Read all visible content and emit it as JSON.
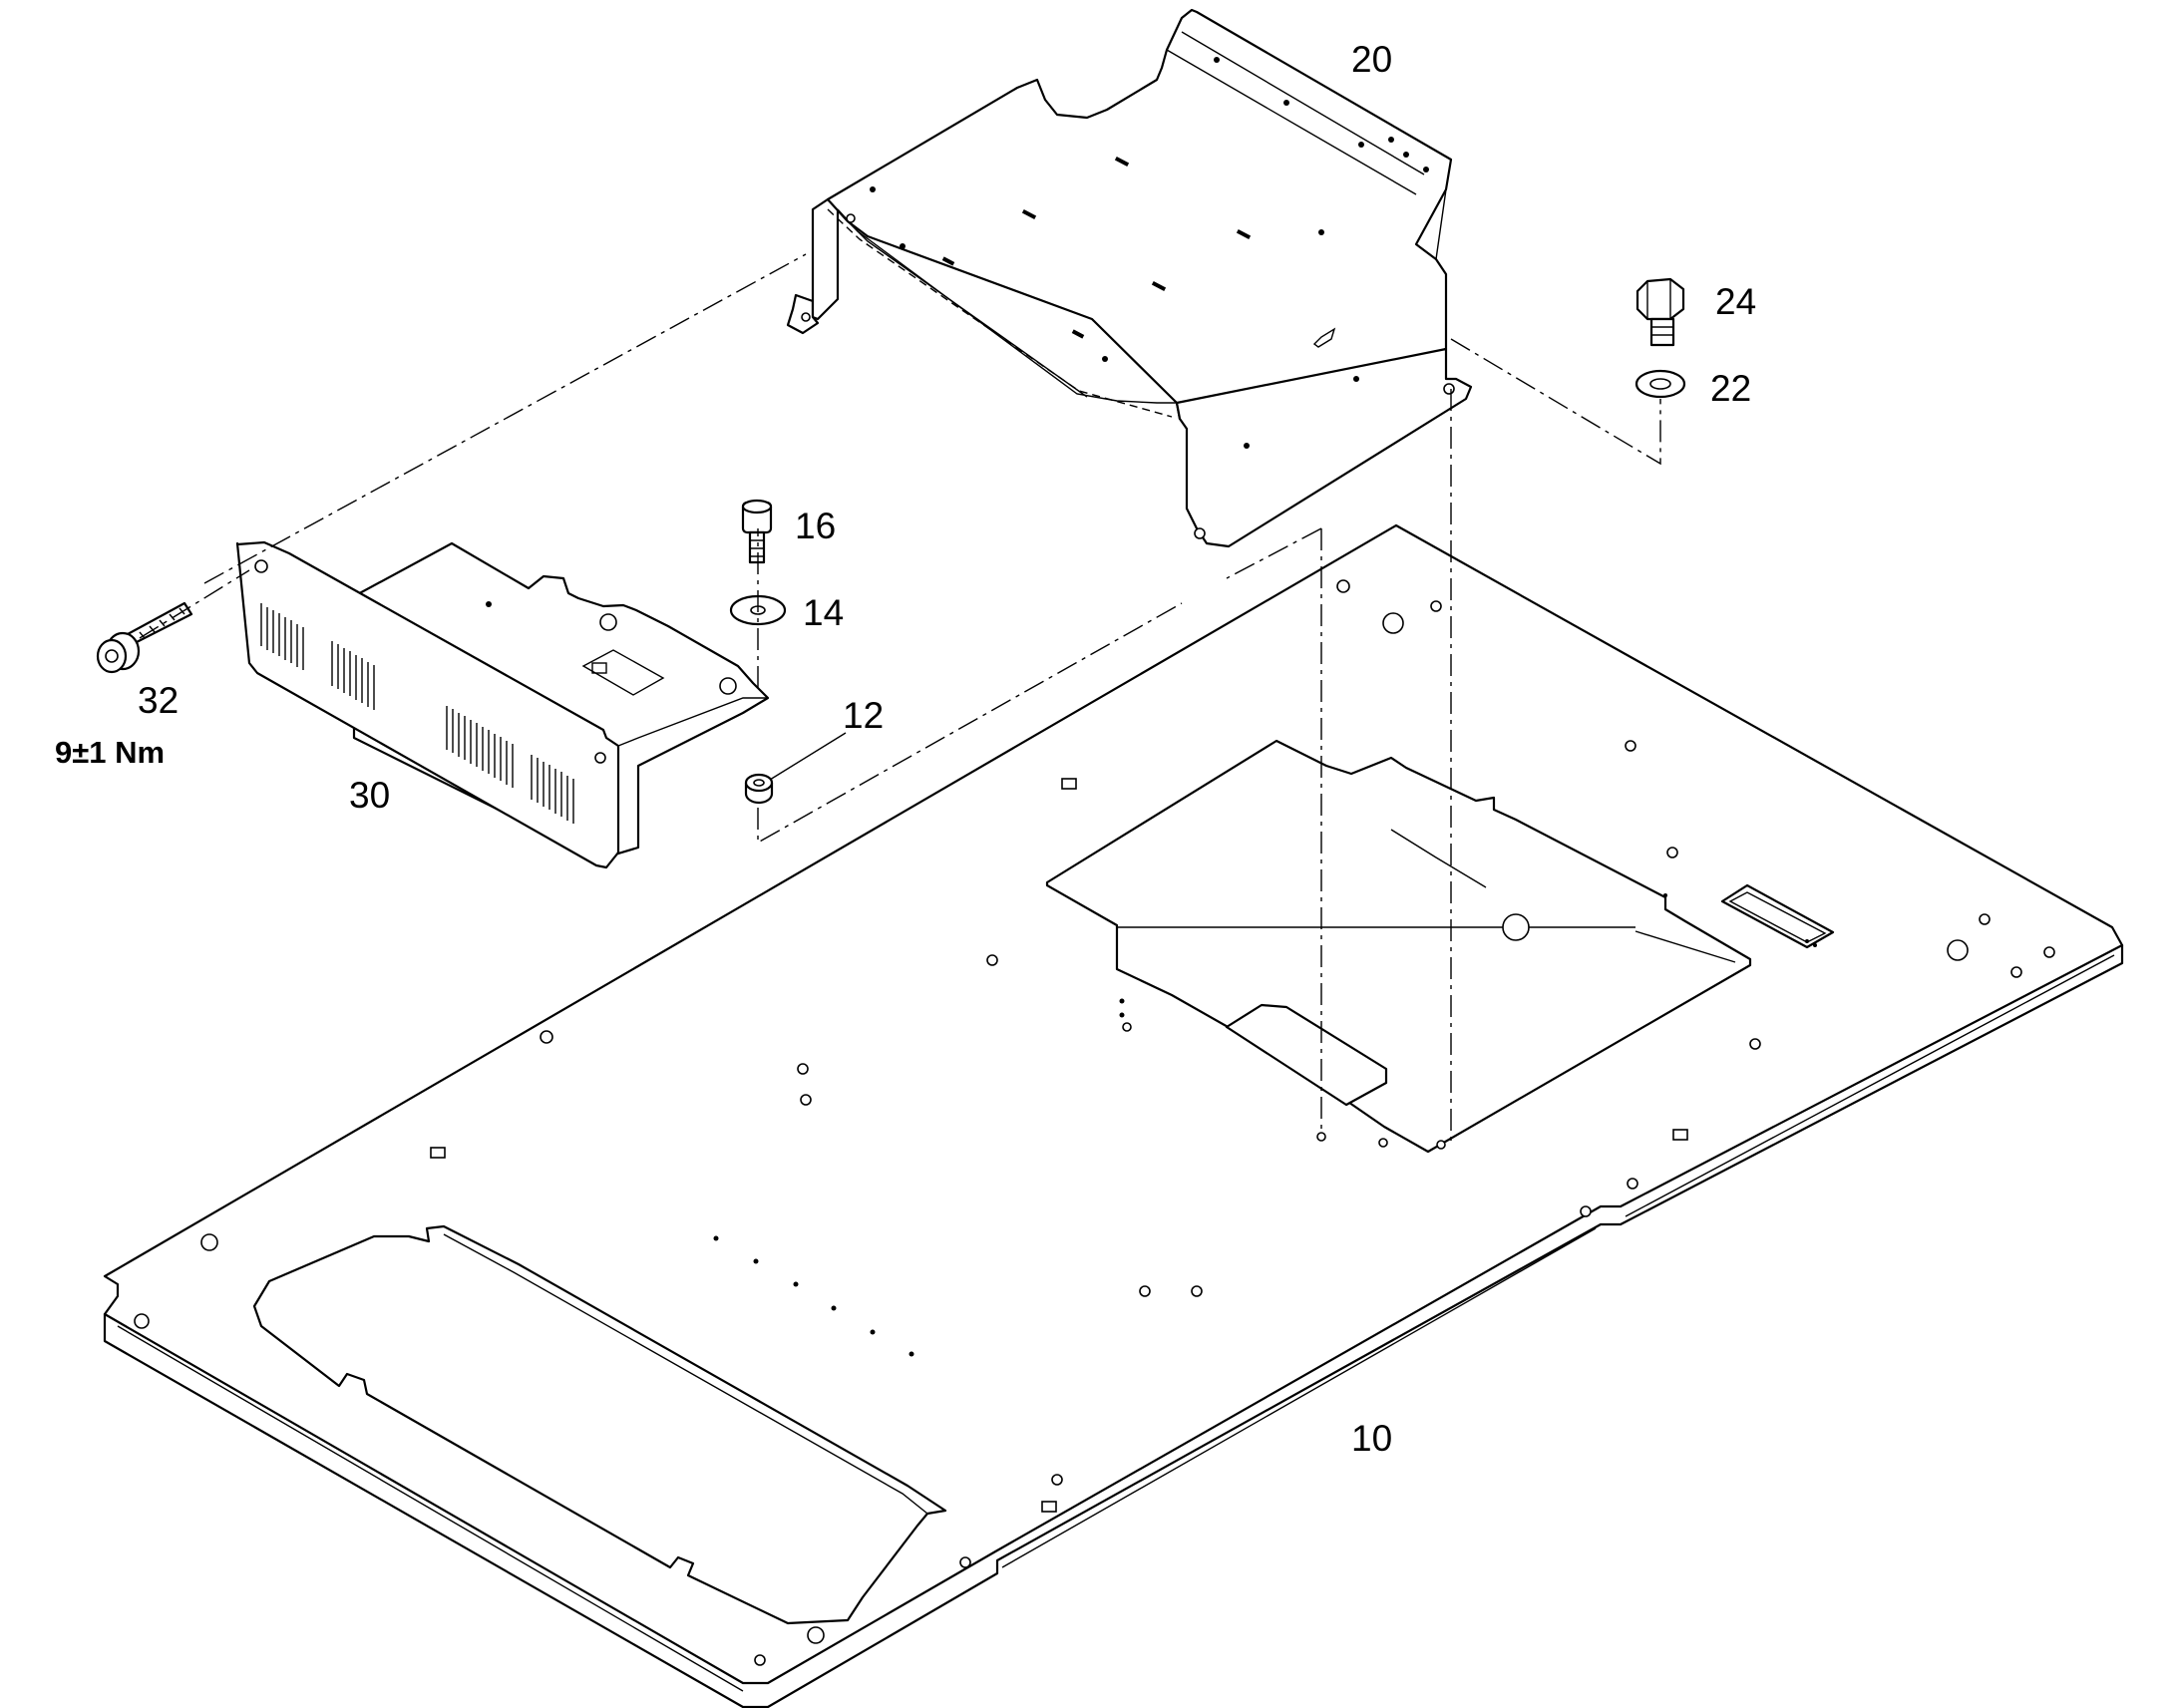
{
  "callouts": {
    "base_plate": "10",
    "bracket": "20",
    "washer_22": "22",
    "bolt_24": "24",
    "module": "30",
    "screw_32": "32",
    "spacer_12": "12",
    "washer_14": "14",
    "screw_16": "16"
  },
  "torque_note": "9±1 Nm"
}
